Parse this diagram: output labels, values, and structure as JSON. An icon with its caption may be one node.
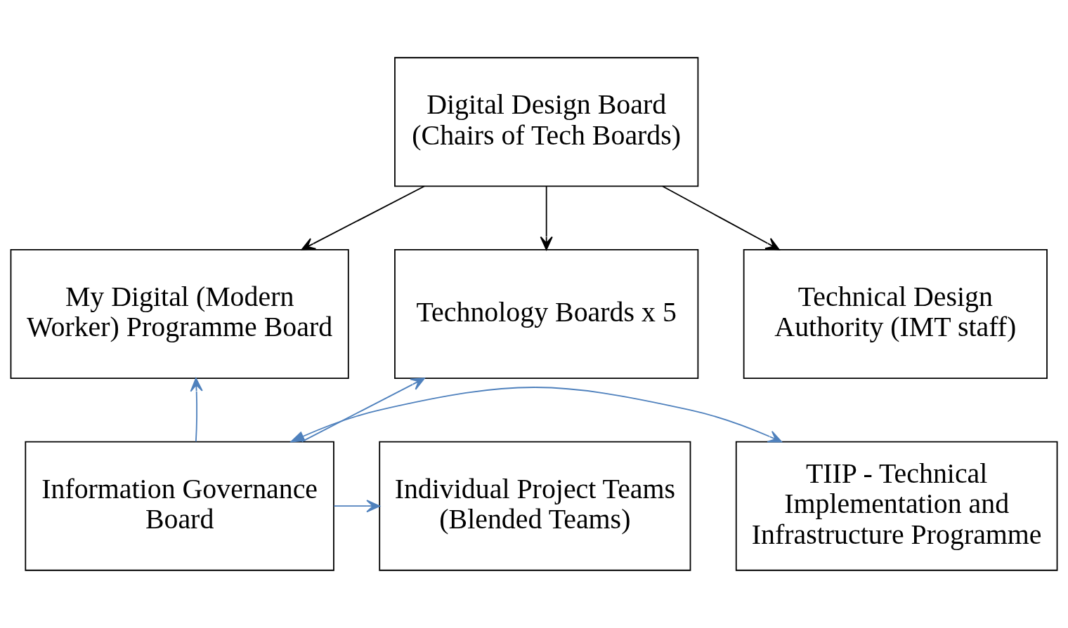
{
  "diagram": {
    "nodes": [
      {
        "text": [
          "Digital Design Board (Chairs of Tech Boards)"
        ]
      },
      {
        "text": [
          "Technology Boards x 5"
        ]
      },
      {
        "text": [
          "My Digital (Modern Worker) Programme Board"
        ]
      },
      {
        "text": [
          "Technical Design Authority (IMT staff)"
        ]
      },
      {
        "text": [
          "Individual Project Teams (Blended Teams)"
        ]
      },
      {
        "text": [
          "Information Governance Board"
        ]
      },
      {
        "text": [
          "TIIP - Technical Implementation and Infrastructure Programme"
        ]
      }
    ],
    "edges": [
      {
        "from": 0,
        "to": 1,
        "arrow": "to",
        "color": "#000000"
      },
      {
        "from": 0,
        "to": 2,
        "arrow": "to",
        "color": "#000000"
      },
      {
        "from": 0,
        "to": 3,
        "arrow": "to",
        "color": "#000000"
      },
      {
        "from": 5,
        "to": 1,
        "arrow": "to"
      },
      {
        "from": 5,
        "to": 2,
        "arrow": "to"
      },
      {
        "from": 5,
        "to": 4,
        "arrow": "to"
      },
      {
        "from": 5,
        "to": 6,
        "arrow": "both"
      }
    ]
  }
}
